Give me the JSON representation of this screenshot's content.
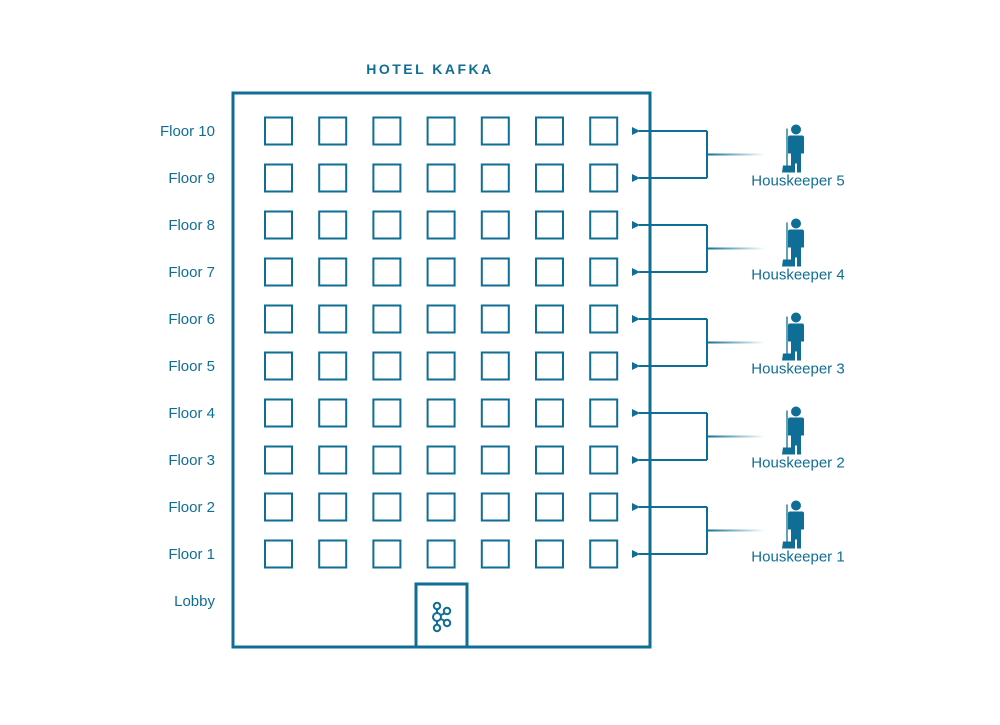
{
  "diagram": {
    "title": "HOTEL KAFKA",
    "floors": [
      "Floor 10",
      "Floor 9",
      "Floor 8",
      "Floor 7",
      "Floor 6",
      "Floor 5",
      "Floor 4",
      "Floor 3",
      "Floor 2",
      "Floor 1"
    ],
    "lobby_label": "Lobby",
    "rooms_per_floor": 7,
    "housekeepers": [
      {
        "label": "Houskeeper 5",
        "floors": [
          "Floor 10",
          "Floor 9"
        ]
      },
      {
        "label": "Houskeeper 4",
        "floors": [
          "Floor 8",
          "Floor 7"
        ]
      },
      {
        "label": "Houskeeper 3",
        "floors": [
          "Floor 6",
          "Floor 5"
        ]
      },
      {
        "label": "Houskeeper 2",
        "floors": [
          "Floor 4",
          "Floor 3"
        ]
      },
      {
        "label": "Houskeeper 1",
        "floors": [
          "Floor 2",
          "Floor 1"
        ]
      }
    ],
    "entrance_icon": "kafka-logo-icon",
    "housekeeper_icon": "housekeeper-person-icon",
    "colors": {
      "stroke": "#0f6e95",
      "figure": "#0f6e95"
    }
  }
}
